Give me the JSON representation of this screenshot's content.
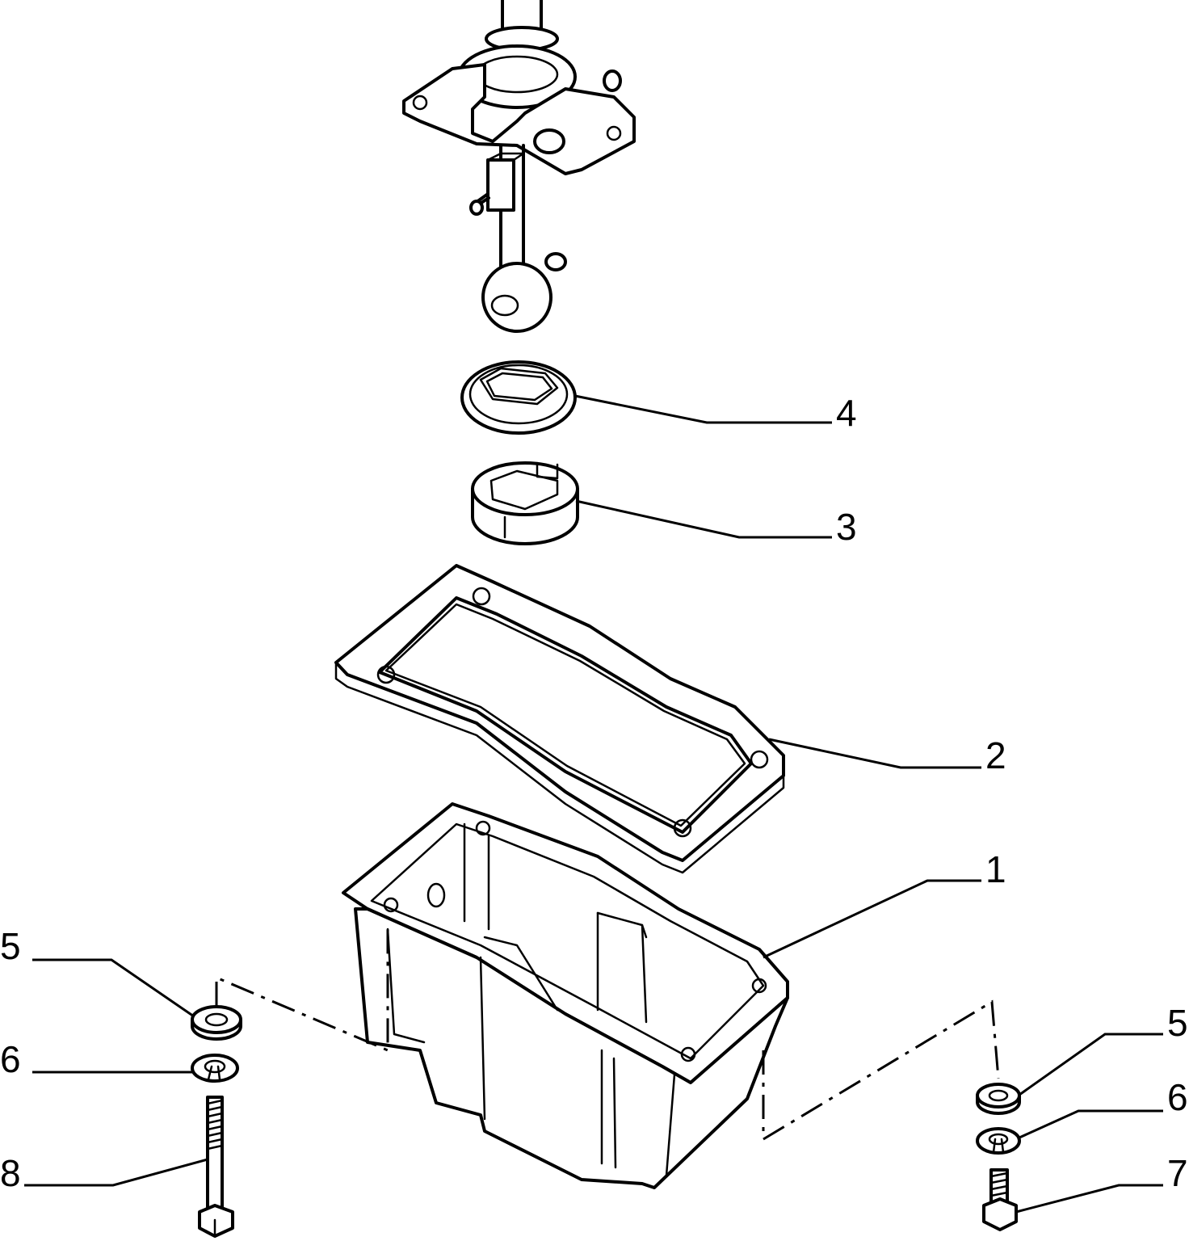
{
  "callouts": {
    "c1": "1",
    "c2": "2",
    "c3": "3",
    "c4": "4",
    "c5_left": "5",
    "c6_left": "6",
    "c8_left": "8",
    "c5_right": "5",
    "c6_right": "6",
    "c7_right": "7"
  },
  "parts": [
    {
      "id": "gear-lever-assembly"
    },
    {
      "id": "oil-pan",
      "ref": "1"
    },
    {
      "id": "gasket",
      "ref": "2"
    },
    {
      "id": "bushing",
      "ref": "3"
    },
    {
      "id": "boot-seal",
      "ref": "4"
    },
    {
      "id": "washer",
      "ref": "5"
    },
    {
      "id": "spring-washer",
      "ref": "6"
    },
    {
      "id": "short-bolt",
      "ref": "7"
    },
    {
      "id": "long-bolt",
      "ref": "8"
    }
  ]
}
